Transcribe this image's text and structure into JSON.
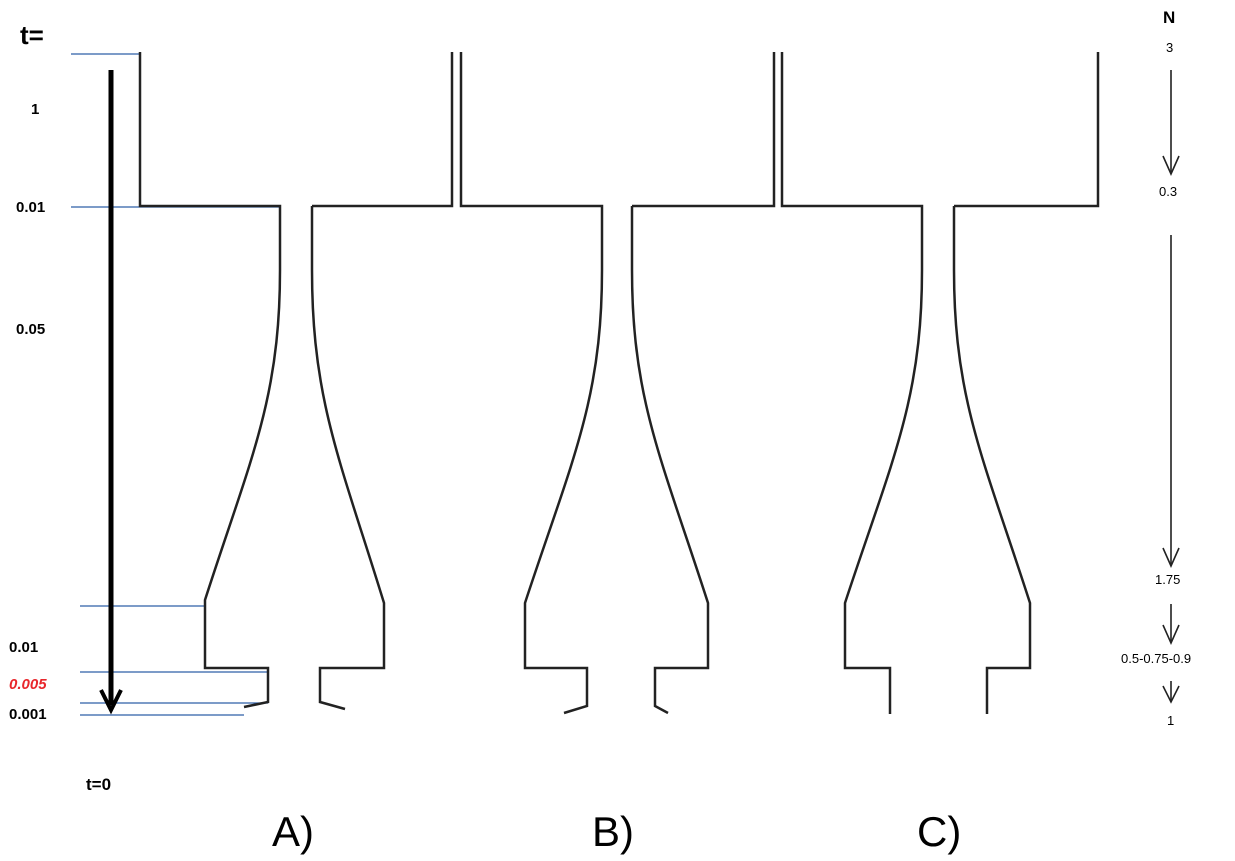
{
  "time_axis": {
    "header": "t=",
    "footer": "t=0",
    "labels": [
      "1",
      "0.01",
      "0.05",
      "0.01",
      "0.005",
      "0.001"
    ],
    "highlight_color": "#e8262b"
  },
  "n_axis": {
    "header": "N",
    "values": [
      "3",
      "0.3",
      "1.75",
      "0.5-0.75-0.9",
      "1"
    ]
  },
  "panels": [
    "A)",
    "B)",
    "C)"
  ],
  "colors": {
    "guide_lines": "#2f5fa8",
    "outline": "#222222",
    "text": "#000000"
  }
}
